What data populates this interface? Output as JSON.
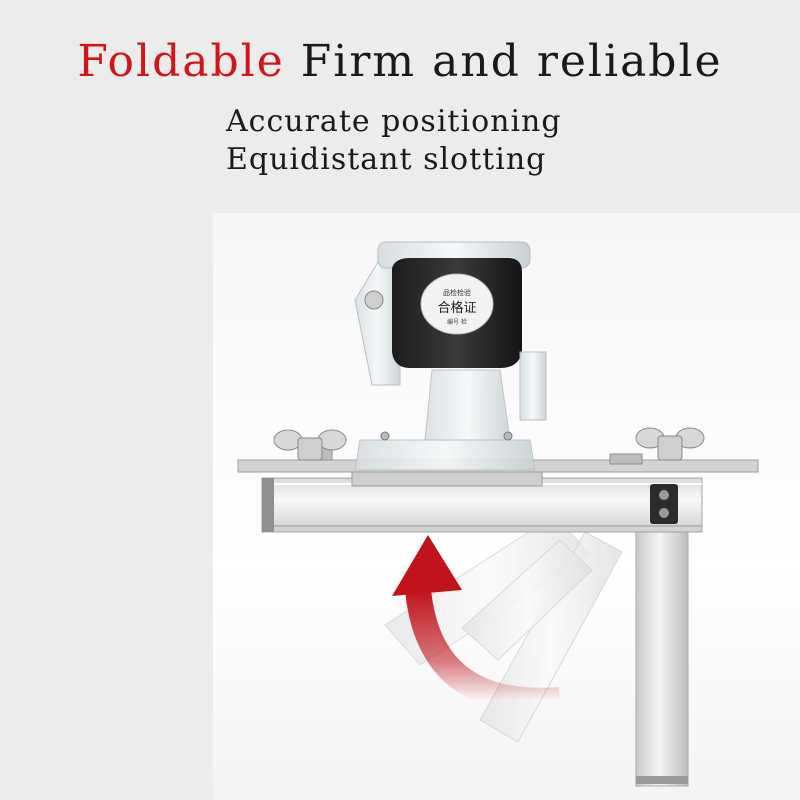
{
  "headline": {
    "accent": "Foldable",
    "rest": "Firm and reliable",
    "accent_color": "#d0161b"
  },
  "subheadlines": [
    "Accurate positioning",
    "Equidistant slotting"
  ],
  "product": {
    "label_text": "合格证",
    "label_top_text": "品检检验",
    "label_bottom_text": "编号 检"
  },
  "colors": {
    "arrow": "#c0141a",
    "background": "#ececec"
  },
  "icons": [
    "wing-nut-icon",
    "fold-arrow-icon"
  ]
}
